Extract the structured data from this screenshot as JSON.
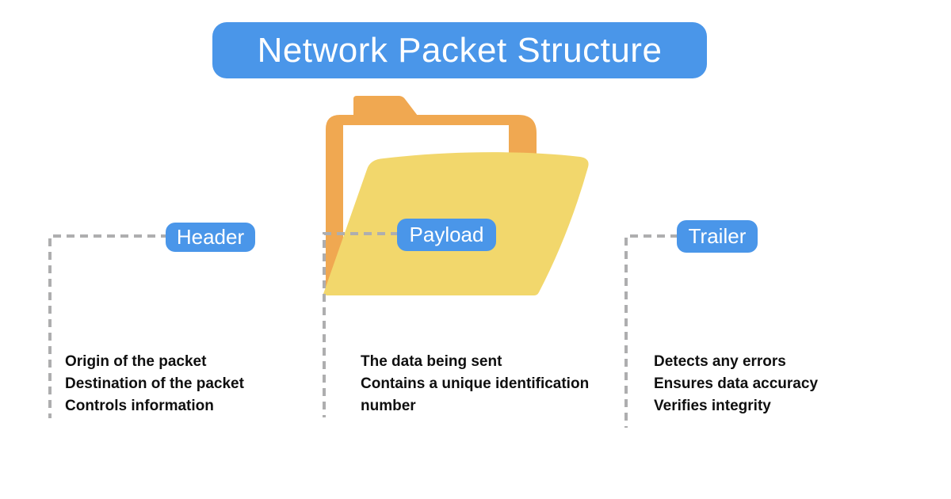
{
  "title": "Network Packet Structure",
  "colors": {
    "accent_blue": "#4A96E9",
    "folder_orange": "#F0A851",
    "folder_yellow": "#F2D76C",
    "connector_gray": "#AEAEAF",
    "text_black": "#0F0F0F",
    "label_text": "#FFFFFF",
    "background": "#FFFFFF"
  },
  "icon": "open-folder-icon",
  "sections": [
    {
      "label": "Header",
      "lines": [
        "Origin of the packet",
        "Destination of the packet",
        "Controls information"
      ]
    },
    {
      "label": "Payload",
      "lines": [
        "The data being sent",
        "Contains a unique identification number"
      ]
    },
    {
      "label": "Trailer",
      "lines": [
        "Detects any errors",
        "Ensures data accuracy",
        "Verifies integrity"
      ]
    }
  ]
}
